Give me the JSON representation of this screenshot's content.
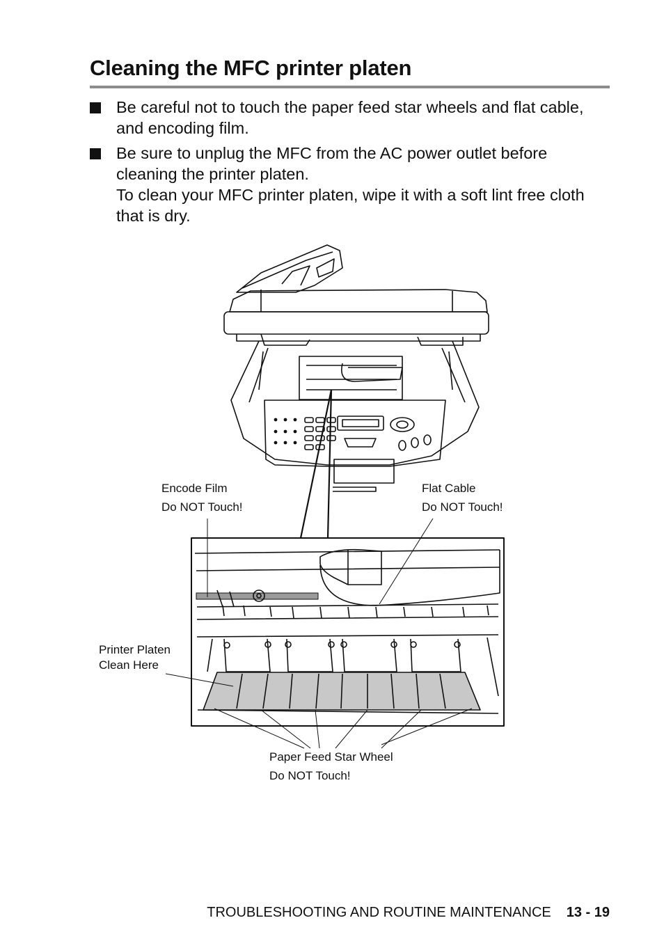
{
  "page": {
    "title": "Cleaning the MFC printer platen",
    "bullets": [
      {
        "lines": [
          "Be careful not to touch the paper feed star wheels and flat cable,",
          "and encoding film."
        ]
      },
      {
        "lines": [
          "Be sure to unplug the MFC from the AC power outlet before",
          "cleaning the printer platen.",
          "To clean your MFC printer platen, wipe it with a soft lint free cloth",
          "that is dry."
        ]
      }
    ]
  },
  "figure": {
    "labels": {
      "encode_film": [
        "Encode Film",
        "Do NOT Touch!"
      ],
      "flat_cable": [
        "Flat Cable",
        "Do NOT Touch!"
      ],
      "printer_platen": [
        "Printer Platen",
        "Clean Here"
      ],
      "star_wheel": [
        "Paper Feed Star Wheel",
        "Do NOT Touch!"
      ]
    }
  },
  "footer": {
    "section": "TROUBLESHOOTING AND ROUTINE MAINTENANCE",
    "page_number": "13 - 19"
  }
}
